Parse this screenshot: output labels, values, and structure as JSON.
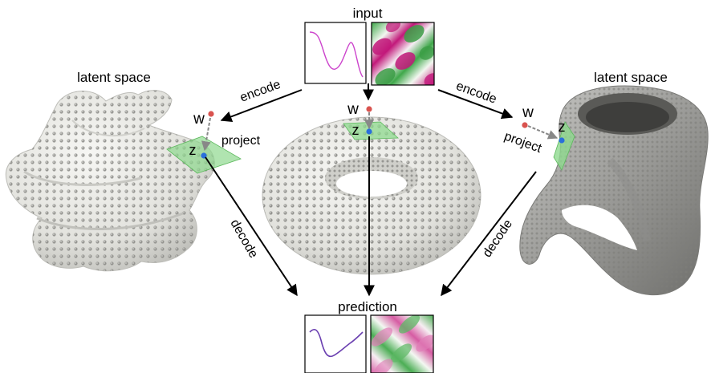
{
  "labels": {
    "input": "input",
    "prediction": "prediction",
    "latent_left": "latent space",
    "latent_right": "latent space",
    "encode_left": "encode",
    "encode_right": "encode",
    "decode_left": "decode",
    "decode_right": "decode",
    "project_left": "project",
    "project_right": "project",
    "w_left": "w",
    "w_center": "w",
    "w_right": "w",
    "z_left": "z",
    "z_center": "z",
    "z_right": "z"
  },
  "colors": {
    "point_w": "#d9534f",
    "point_z": "#2a6fdb",
    "tangent_plane": "#8fd98f",
    "surface": "#e6e6e1",
    "curve": "#cc44cc",
    "prediction_curve": "#6a3fb0"
  },
  "shapes": {
    "left": "wavy-blob-manifold",
    "center": "torus-manifold",
    "right": "klein-bottle-manifold"
  }
}
